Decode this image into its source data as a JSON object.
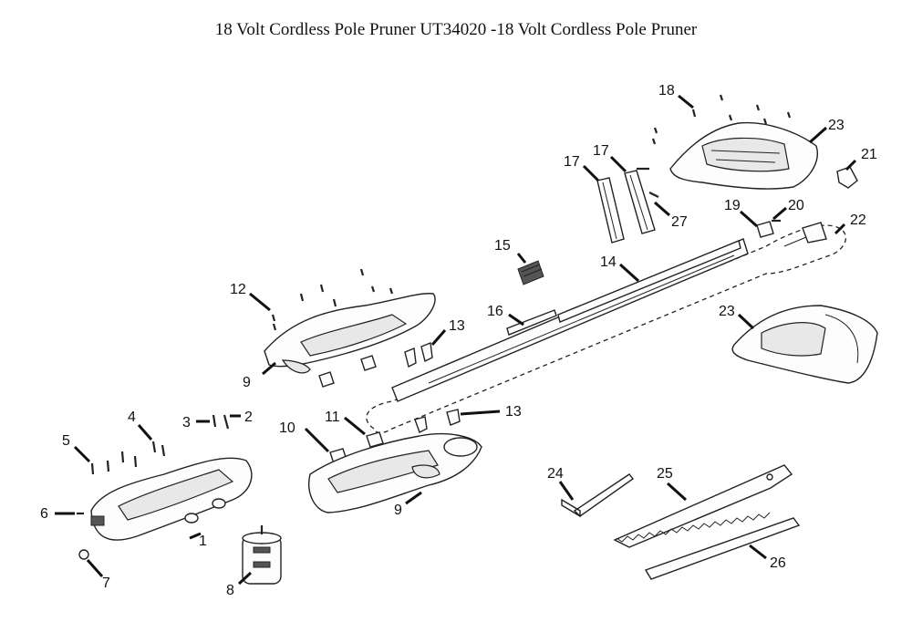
{
  "title": "18 Volt Cordless Pole Pruner UT34020 -18 Volt Cordless Pole Pruner",
  "callouts": {
    "c1": "1",
    "c2": "2",
    "c3": "3",
    "c4": "4",
    "c5": "5",
    "c6": "6",
    "c7": "7",
    "c8": "8",
    "c9a": "9",
    "c9b": "9",
    "c10": "10",
    "c11": "11",
    "c12": "12",
    "c13a": "13",
    "c13b": "13",
    "c14": "14",
    "c15": "15",
    "c16": "16",
    "c17a": "17",
    "c17b": "17",
    "c18": "18",
    "c19": "19",
    "c20": "20",
    "c21": "21",
    "c22": "22",
    "c23a": "23",
    "c23b": "23",
    "c24": "24",
    "c25": "25",
    "c26": "26",
    "c27": "27"
  },
  "icons": {
    "screw": "screw-icon",
    "motor": "motor-icon",
    "hex_key": "hex-key-icon",
    "saw_blade": "saw-blade-icon"
  }
}
